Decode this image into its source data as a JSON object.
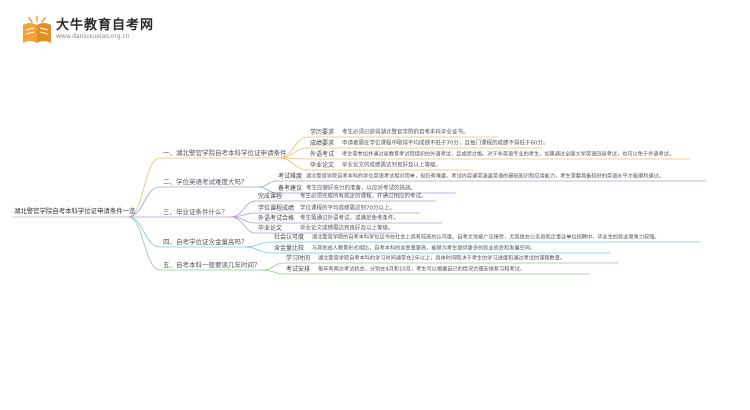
{
  "brand": {
    "title": "大牛教育自考网",
    "url": "www.daniuxueiao.org.cn",
    "accent": "#f2a23a"
  },
  "root": {
    "label": "湖北警官学院自考本科学位证申请条件一览"
  },
  "sections": [
    {
      "label": "一、湖北警官学院自考本科学位证申请条件"
    },
    {
      "label": "二、学位英语考试难度大吗？"
    },
    {
      "label": "三、毕业证条件什么？"
    },
    {
      "label": "四、自考学位证含金量高吗？"
    },
    {
      "label": "五、自考本科一般要读几年时间？"
    }
  ],
  "s1": {
    "k1": "学历要求",
    "v1": "考生必须已获得湖北警官学院的自考本科毕业证书。",
    "k2": "成绩要求",
    "v2": "申请者需在学位课程中取得平均成绩不低于70分，且每门课程的成绩不得低于60分。",
    "k3": "外语考试",
    "v3": "考生需参加并通过省教育考试院组织的外语考试，且成绩合格。对于非英语专业的考生，如果通过全国大学英语四级考试，也可以免于外语考试。",
    "k4": "毕业论文",
    "v4": "毕业论文的成绩需达到良好及以上等级。"
  },
  "s2": {
    "k1": "考试难度",
    "v1": "湖北警官学院自考本科的学位英语考试相对简单，但仍有难度。考试内容通常涵盖英语的基础知识和应用能力，考生需要具备较好的英语水平才能顺利通过。",
    "k2": "备考建议",
    "v2": "考生应做好充分的准备，以应对考试的挑战。"
  },
  "s3": {
    "k1": "完成课程",
    "v1": "考生必须完成所有规定的课程，并通过相应的考试。",
    "k2": "学位课程成绩",
    "v2": "学位课程的平均成绩需达到70分以上。",
    "k3": "外语考试合格",
    "v3": "考生需通过外语考试，或满足免考条件。",
    "k4": "毕业论文",
    "v4": "毕业论文成绩需达到良好及以上等级。"
  },
  "s4": {
    "k1": "社会认可度",
    "v1": "湖北警官学院的自考本科学位证书在社会上具有较高的认可度。自考文凭被广泛接受，尤其是在公务员和企事业单位招聘中，毕业生的就业竞争力较强。",
    "k2": "含金量比较",
    "v2": "与其他成人教育形式相比，自考本科的含金量更高，能够为考生提供更多的就业机会和发展空间。"
  },
  "s5": {
    "k1": "学习时间",
    "v1": "湖北警官学院自考本科的学习时间通常在2年以上，具体时间取决于考生的学习进度和通过考试的课程数量。",
    "k2": "考试安排",
    "v2": "每年有两次考试机会，分别在4月和10月，考生可以根据自己的情况合理安排复习和考试。"
  }
}
